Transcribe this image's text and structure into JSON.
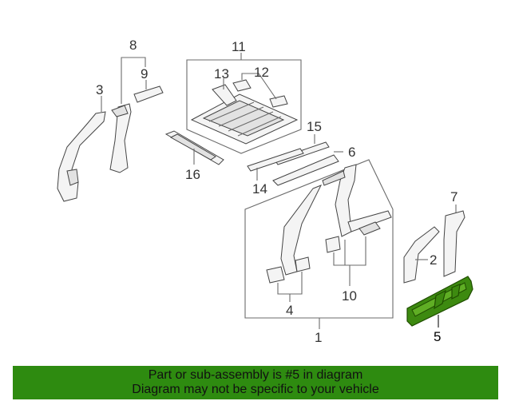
{
  "callouts": {
    "c1": "1",
    "c2": "2",
    "c3": "3",
    "c4": "4",
    "c5": "5",
    "c6": "6",
    "c7": "7",
    "c8": "8",
    "c9": "9",
    "c10": "10",
    "c11": "11",
    "c12": "12",
    "c13": "13",
    "c14": "14",
    "c15": "15",
    "c16": "16"
  },
  "highlight_color": "#3d8a10",
  "banner": {
    "line1": "Part or sub-assembly is #5 in diagram",
    "line2": "Diagram may not be specific to your vehicle",
    "color": "#2e8b10"
  }
}
